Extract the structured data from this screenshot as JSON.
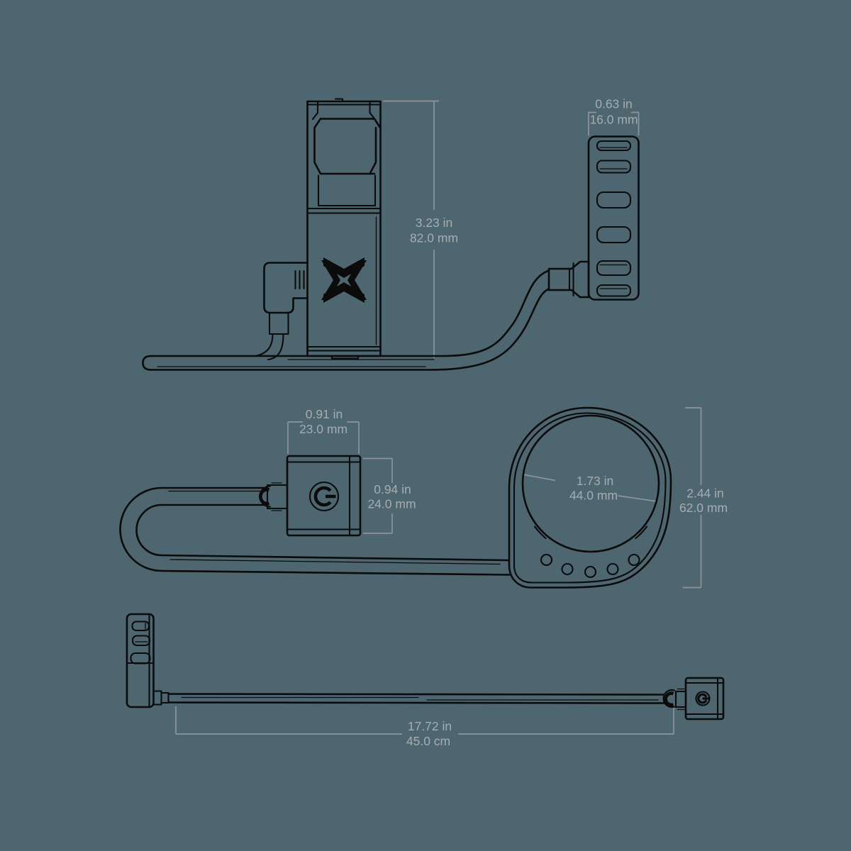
{
  "colors": {
    "background": "#4D6670",
    "outline": "#0B0B0B",
    "dimension_line": "#8D9599",
    "dimension_text": "#A6ADB1"
  },
  "icons": {
    "power_icon": "power-symbol",
    "brand_logo": "x-arrows-logo"
  },
  "drawing": {
    "side_view": {
      "device_height": {
        "inches": "3.23 in",
        "metric": "82.0 mm"
      },
      "dial_width": {
        "inches": "0.63 in",
        "metric": "16.0 mm"
      }
    },
    "top_view": {
      "charger_width": {
        "inches": "0.91 in",
        "metric": "23.0 mm"
      },
      "charger_depth": {
        "inches": "0.94 in",
        "metric": "24.0 mm"
      },
      "ring_inner_diameter": {
        "inches": "1.73 in",
        "metric": "44.0 mm"
      },
      "ring_outer_height": {
        "inches": "2.44 in",
        "metric": "62.0 mm"
      }
    },
    "cable_view": {
      "cable_length": {
        "inches": "17.72 in",
        "metric": "45.0 cm"
      }
    }
  }
}
